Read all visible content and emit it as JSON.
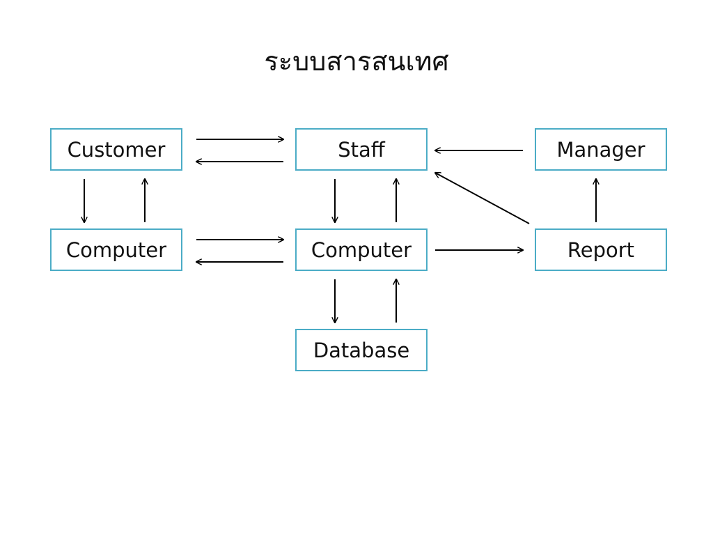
{
  "title": "ระบบสารสนเทศ",
  "nodes": {
    "customer": "Customer",
    "staff": "Staff",
    "manager": "Manager",
    "computer_left": "Computer",
    "computer_center": "Computer",
    "report": "Report",
    "database": "Database"
  },
  "edges": [
    {
      "from": "Customer",
      "to": "Staff"
    },
    {
      "from": "Staff",
      "to": "Customer"
    },
    {
      "from": "Manager",
      "to": "Staff"
    },
    {
      "from": "Customer",
      "to": "Computer (left)"
    },
    {
      "from": "Computer (left)",
      "to": "Customer"
    },
    {
      "from": "Staff",
      "to": "Computer (center)"
    },
    {
      "from": "Computer (center)",
      "to": "Staff"
    },
    {
      "from": "Report",
      "to": "Staff"
    },
    {
      "from": "Report",
      "to": "Manager"
    },
    {
      "from": "Computer (left)",
      "to": "Computer (center)"
    },
    {
      "from": "Computer (center)",
      "to": "Computer (left)"
    },
    {
      "from": "Computer (center)",
      "to": "Report"
    },
    {
      "from": "Computer (center)",
      "to": "Database"
    },
    {
      "from": "Database",
      "to": "Computer (center)"
    }
  ],
  "colors": {
    "box_border": "#4bacc6",
    "arrow": "#000000",
    "text": "#111111"
  }
}
